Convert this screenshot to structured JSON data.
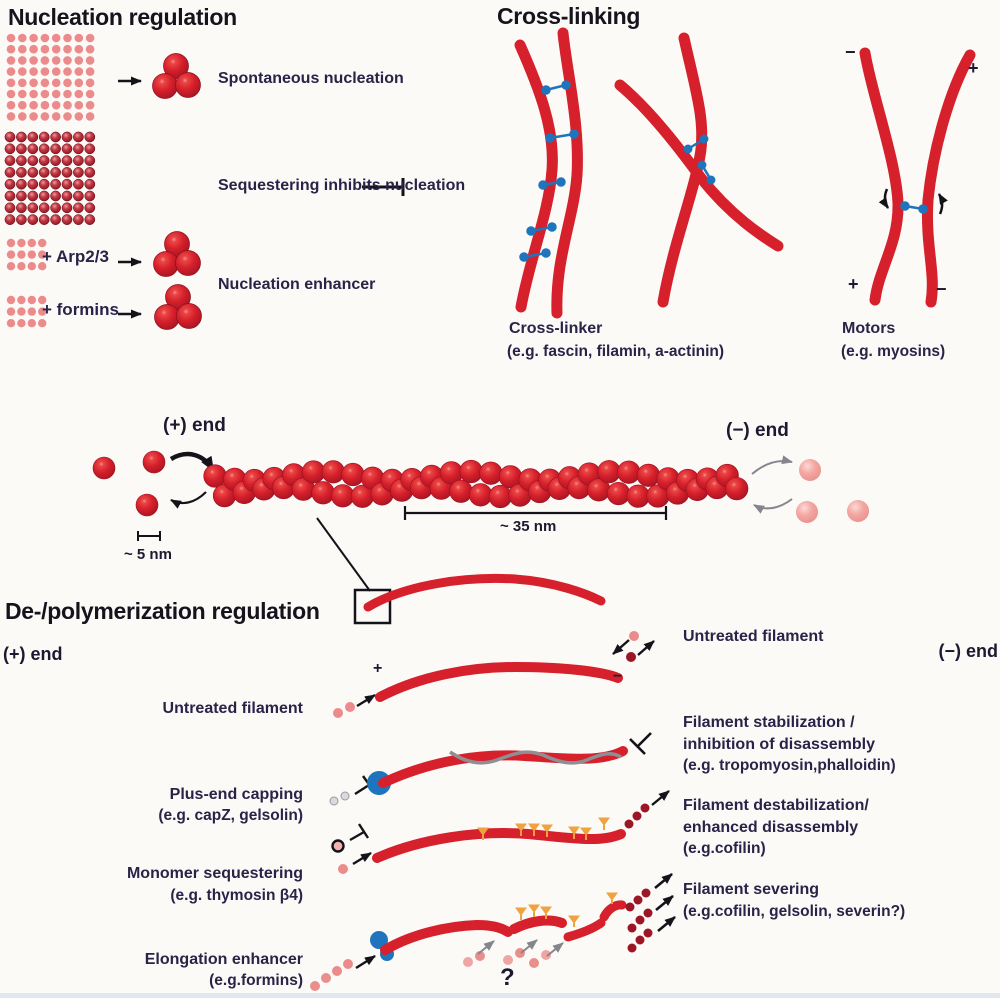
{
  "signs": {
    "plus": "+",
    "minus": "−",
    "question": "?"
  },
  "nucleation": {
    "title": "Nucleation regulation",
    "spontaneous_label": "Spontaneous nucleation",
    "sequestering_label": "Sequestering inhibits nucleation",
    "arp_label": "+ Arp2/3",
    "formins_label": "+ formins",
    "enhancer_label": "Nucleation enhancer"
  },
  "crosslinking": {
    "title": "Cross-linking",
    "crosslinker_label": "Cross-linker",
    "crosslinker_examples": "(e.g. fascin, filamin, a-actinin)",
    "motors_label": "Motors",
    "motors_examples": "(e.g. myosins)"
  },
  "filament": {
    "plus_end": "(+) end",
    "minus_end": "(−) end",
    "scale_small": "~ 5 nm",
    "scale_large": "~ 35 nm"
  },
  "depoly": {
    "title": "De-/polymerization regulation",
    "plus_end": "(+) end",
    "minus_end": "(−) end",
    "left_rows": [
      {
        "label": "Untreated filament",
        "sub": ""
      },
      {
        "label": "Plus-end capping",
        "sub": "(e.g. capZ, gelsolin)"
      },
      {
        "label": "Monomer sequestering",
        "sub": "(e.g. thymosin β4)"
      },
      {
        "label": "Elongation enhancer",
        "sub": "(e.g.formins)"
      }
    ],
    "right_rows": [
      {
        "line1": "Untreated filament",
        "line2": "",
        "line3": ""
      },
      {
        "line1": "Filament stabilization /",
        "line2": "inhibition of disassembly",
        "line3": "(e.g. tropomyosin,phalloidin)"
      },
      {
        "line1": "Filament destabilization/",
        "line2": "enhanced disassembly",
        "line3": "(e.g.cofilin)"
      },
      {
        "line1": "Filament severing",
        "line2": "(e.g.cofilin, gelsolin, severin?)",
        "line3": ""
      }
    ]
  },
  "colors": {
    "filament_red": "#d6202b",
    "monomer_pink": "#ec8b8b",
    "monomer_pale": "#f2a7a4",
    "dark_red_dot": "#9c1626",
    "link_blue": "#1e75bd",
    "cofilin_orange": "#efa23f",
    "text_navy": "#2a2348",
    "gray": "#85858d"
  }
}
